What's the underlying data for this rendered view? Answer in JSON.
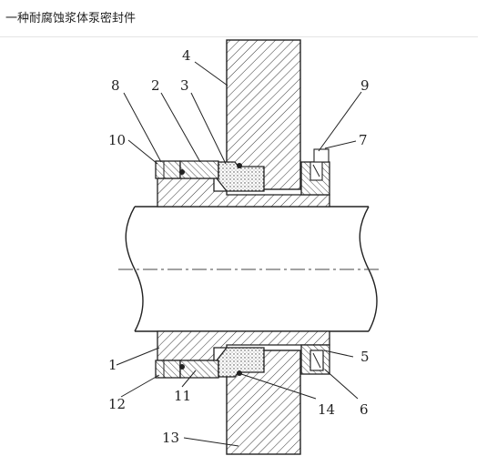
{
  "header": {
    "title": "一种耐腐蚀浆体泵密封件"
  },
  "figure": {
    "part_labels": {
      "n1": "1",
      "n2": "2",
      "n3": "3",
      "n4": "4",
      "n5": "5",
      "n6": "6",
      "n7": "7",
      "n8": "8",
      "n9": "9",
      "n10": "10",
      "n11": "11",
      "n12": "12",
      "n13": "13",
      "n14": "14"
    }
  }
}
